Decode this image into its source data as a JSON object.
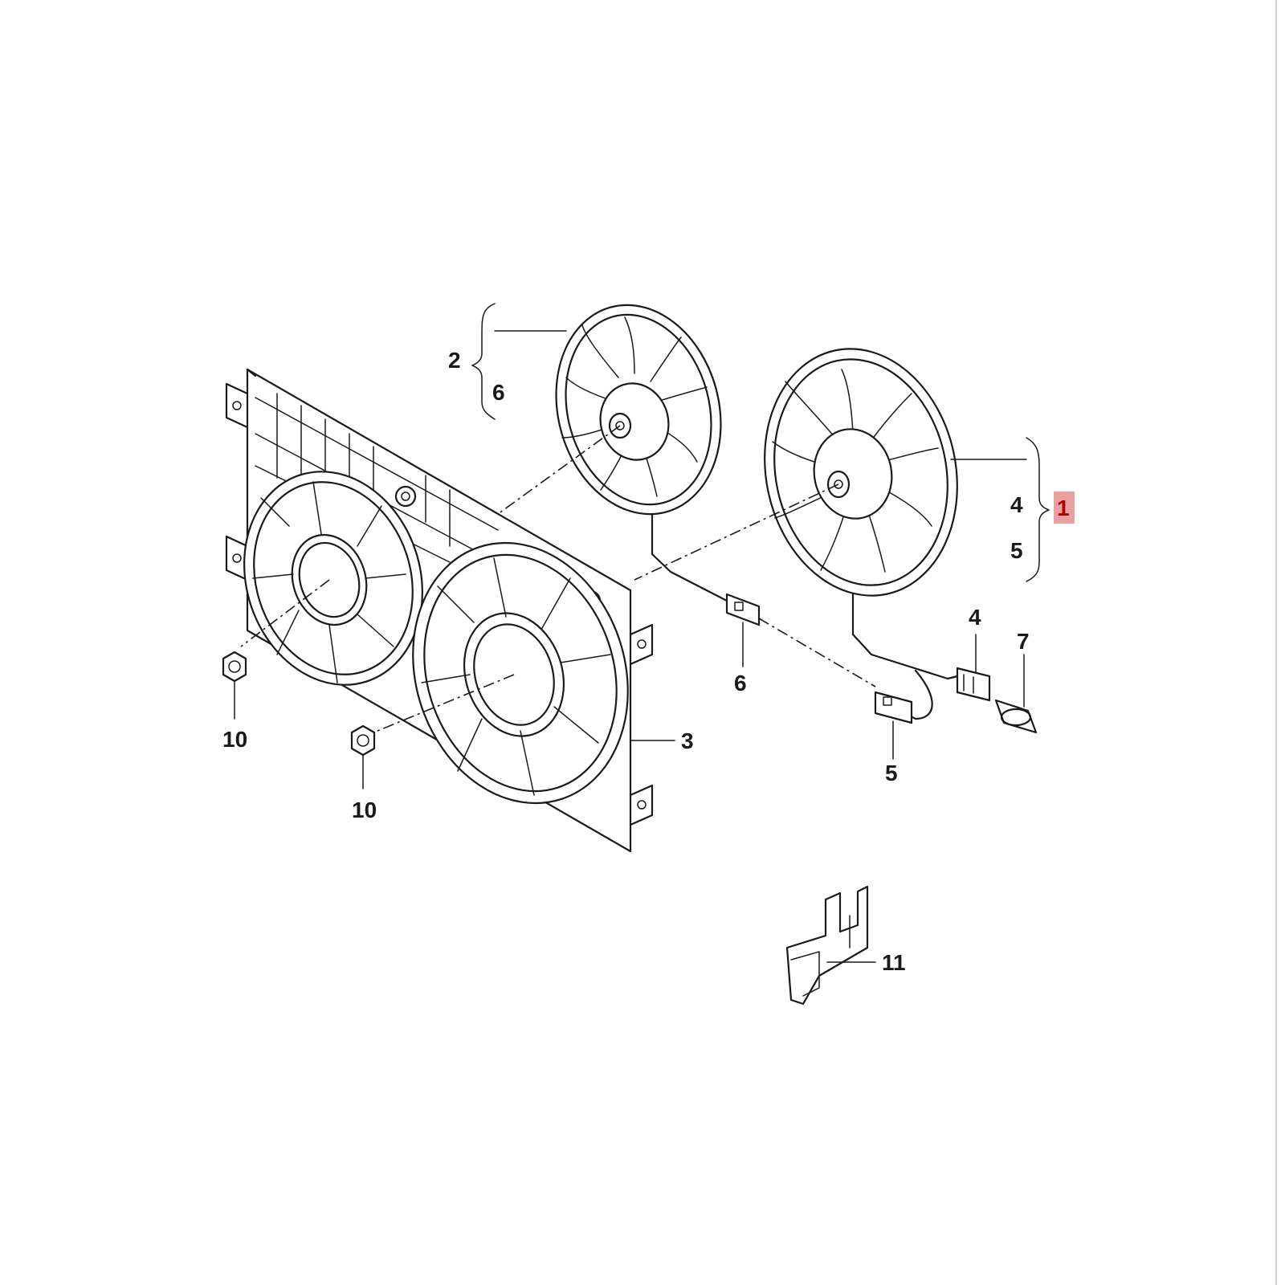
{
  "diagram": {
    "highlight_color": "#e8a0a0",
    "callouts": {
      "fan_small": "2",
      "fan_small_sub": "6",
      "fan_large": "1",
      "fan_large_sub_a": "4",
      "fan_large_sub_b": "5",
      "shroud": "3",
      "connector_a": "6",
      "connector_b": "4",
      "connector_c": "5",
      "plug": "7",
      "nut_left": "10",
      "nut_right": "10",
      "clip": "11"
    }
  }
}
